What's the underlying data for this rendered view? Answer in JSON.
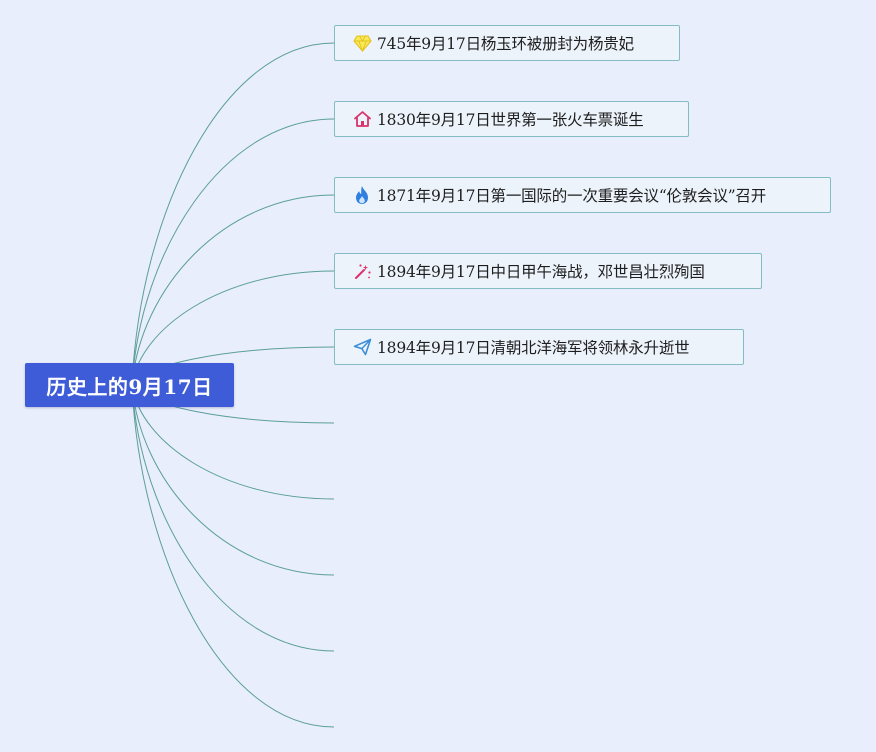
{
  "root": {
    "label": "历史上的9月17日",
    "color": "#3e5bd8"
  },
  "topics": [
    {
      "label": "745年9月17日杨玉环被册封为杨贵妃",
      "icon": "diamond-icon",
      "icon_color": "#f2d21f"
    },
    {
      "label": "1830年9月17日世界第一张火车票诞生",
      "icon": "home-icon",
      "icon_color": "#d8336b"
    },
    {
      "label": "1871年9月17日第一国际的一次重要会议“伦敦会议”召开",
      "icon": "fire-icon",
      "icon_color": "#2f7fe0"
    },
    {
      "label": "1894年9月17日中日甲午海战，邓世昌壮烈殉国",
      "icon": "magic-wand-icon",
      "icon_color": "#e0306e"
    },
    {
      "label": "1894年9月17日清朝北洋海军将领林永升逝世",
      "icon": "paper-plane-icon",
      "icon_color": "#3a8fd6"
    }
  ],
  "colors": {
    "background": "#e9eefc",
    "link": "#5a9e9a",
    "topic_border": "#83bcc2"
  }
}
